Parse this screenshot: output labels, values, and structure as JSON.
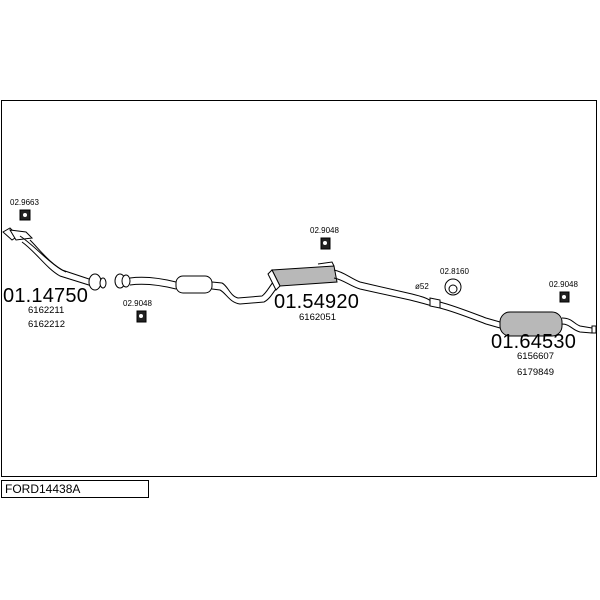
{
  "diagram_title": "FORD14438A",
  "parts": [
    {
      "code": "01.14750",
      "refs": [
        "6162211",
        "6162212"
      ]
    },
    {
      "code": "01.54920",
      "refs": [
        "6162051"
      ]
    },
    {
      "code": "01.64530",
      "refs": [
        "6156607",
        "6179849"
      ]
    }
  ],
  "accessories": [
    {
      "code": "02.9663"
    },
    {
      "code": "02.9048"
    },
    {
      "code": "02.9048"
    },
    {
      "code": "02.8160"
    },
    {
      "code": "02.9048"
    }
  ],
  "pipe_diameter": "ø52"
}
